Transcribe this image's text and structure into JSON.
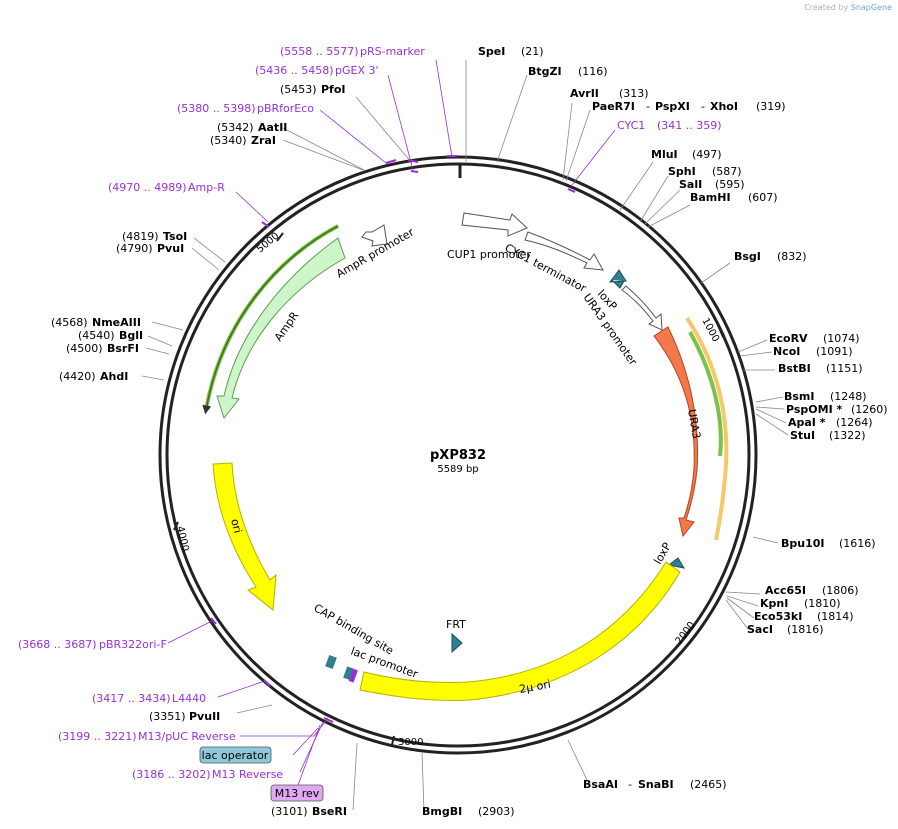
{
  "credit": {
    "prefix": "Created by",
    "brand": "SnapGene"
  },
  "plasmid": {
    "name": "pXP832",
    "length_label": "5589 bp",
    "length": 5589
  },
  "ticks": [
    {
      "label": "1000",
      "pos": 1000
    },
    {
      "label": "2000",
      "pos": 2000
    },
    {
      "label": "3000",
      "pos": 3000
    },
    {
      "label": "4000",
      "pos": 4000
    },
    {
      "label": "5000",
      "pos": 5000
    }
  ],
  "sites": [
    {
      "name": "SpeI",
      "pos": "(21)",
      "bp": 21
    },
    {
      "name": "BtgZI",
      "pos": "(116)",
      "bp": 116
    },
    {
      "name": "AvrII",
      "pos": "(313)",
      "bp": 313
    },
    {
      "name": "PaeR7I",
      "sep1": "-",
      "name2": "PspXI",
      "sep2": "-",
      "name3": "XhoI",
      "pos": "(319)",
      "bp": 319
    },
    {
      "name": "MluI",
      "pos": "(497)",
      "bp": 497
    },
    {
      "name": "SphI",
      "pos": "(587)",
      "bp": 587
    },
    {
      "name": "SalI",
      "pos": "(595)",
      "bp": 595
    },
    {
      "name": "BamHI",
      "pos": "(607)",
      "bp": 607
    },
    {
      "name": "BsgI",
      "pos": "(832)",
      "bp": 832
    },
    {
      "name": "EcoRV",
      "pos": "(1074)",
      "bp": 1074
    },
    {
      "name": "NcoI",
      "pos": "(1091)",
      "bp": 1091
    },
    {
      "name": "BstBI",
      "pos": "(1151)",
      "bp": 1151
    },
    {
      "name": "BsmI",
      "pos": "(1248)",
      "bp": 1248
    },
    {
      "name": "PspOMI *",
      "pos": "(1260)",
      "bp": 1260
    },
    {
      "name": "ApaI *",
      "pos": "(1264)",
      "bp": 1264
    },
    {
      "name": "StuI",
      "pos": "(1322)",
      "bp": 1322
    },
    {
      "name": "Bpu10I",
      "pos": "(1616)",
      "bp": 1616
    },
    {
      "name": "Acc65I",
      "pos": "(1806)",
      "bp": 1806
    },
    {
      "name": "KpnI",
      "pos": "(1810)",
      "bp": 1810
    },
    {
      "name": "Eco53kI",
      "pos": "(1814)",
      "bp": 1814
    },
    {
      "name": "SacI",
      "pos": "(1816)",
      "bp": 1816
    },
    {
      "name": "BsaAI",
      "sep1": "-",
      "name2": "SnaBI",
      "pos": "(2465)",
      "bp": 2465
    },
    {
      "name": "BmgBI",
      "pos": "(2903)",
      "bp": 2903
    },
    {
      "name": "BseRI",
      "pos": "(3101)",
      "bp": 3101
    },
    {
      "name": "PvuII",
      "pos": "(3351)",
      "bp": 3351
    },
    {
      "name": "AhdI",
      "pos": "(4420)",
      "bp": 4420
    },
    {
      "name": "BsrFI",
      "pos": "(4500)",
      "bp": 4500
    },
    {
      "name": "BglI",
      "pos": "(4540)",
      "bp": 4540
    },
    {
      "name": "NmeAIII",
      "pos": "(4568)",
      "bp": 4568
    },
    {
      "name": "PvuI",
      "pos": "(4790)",
      "bp": 4790
    },
    {
      "name": "TsoI",
      "pos": "(4819)",
      "bp": 4819
    },
    {
      "name": "ZraI",
      "pos": "(5340)",
      "bp": 5340
    },
    {
      "name": "AatII",
      "pos": "(5342)",
      "bp": 5342
    },
    {
      "name": "PfoI",
      "pos": "(5453)",
      "bp": 5453
    }
  ],
  "primers": [
    {
      "range": "(5558 .. 5577)",
      "name": "pRS-marker",
      "bp": 5567
    },
    {
      "range": "(5436 .. 5458)",
      "name": "pGEX 3'",
      "bp": 5447
    },
    {
      "range": "(5380 .. 5398)",
      "name": "pBRforEco",
      "bp": 5389
    },
    {
      "range": "(341 .. 359)",
      "name": "CYC1",
      "bp": 350
    },
    {
      "range": "(4970 .. 4989)",
      "name": "Amp-R",
      "bp": 4979
    },
    {
      "range": "(3668 .. 3687)",
      "name": "pBR322ori-F",
      "bp": 3677
    },
    {
      "range": "(3417 .. 3434)",
      "name": "L4440",
      "bp": 3425
    },
    {
      "range": "(3199 .. 3221)",
      "name": "M13/pUC Reverse",
      "bp": 3210
    },
    {
      "range": "(3186 .. 3202)",
      "name": "M13 Reverse",
      "bp": 3194
    }
  ],
  "boxed_labels": [
    {
      "text": "lac operator",
      "fill": "#8fc8d8"
    },
    {
      "text": "M13 rev",
      "fill": "#e0a8f0"
    }
  ],
  "features": [
    {
      "label": "CUP1 promoter"
    },
    {
      "label": "CYC1 terminator"
    },
    {
      "label": "loxP"
    },
    {
      "label": "URA3 promoter"
    },
    {
      "label": "URA3"
    },
    {
      "label": "loxP"
    },
    {
      "label": "2µ ori"
    },
    {
      "label": "FRT"
    },
    {
      "label": "CAP binding site"
    },
    {
      "label": "lac promoter"
    },
    {
      "label": "ori"
    },
    {
      "label": "AmpR"
    },
    {
      "label": "AmpR promoter"
    }
  ],
  "colors": {
    "ura3": "#f4784a",
    "ori": "#ffff00",
    "ampr": "#ccf5c8",
    "loxp": "#2e7f8f",
    "primer": "#9b2fd6",
    "backbone": "#222222"
  }
}
